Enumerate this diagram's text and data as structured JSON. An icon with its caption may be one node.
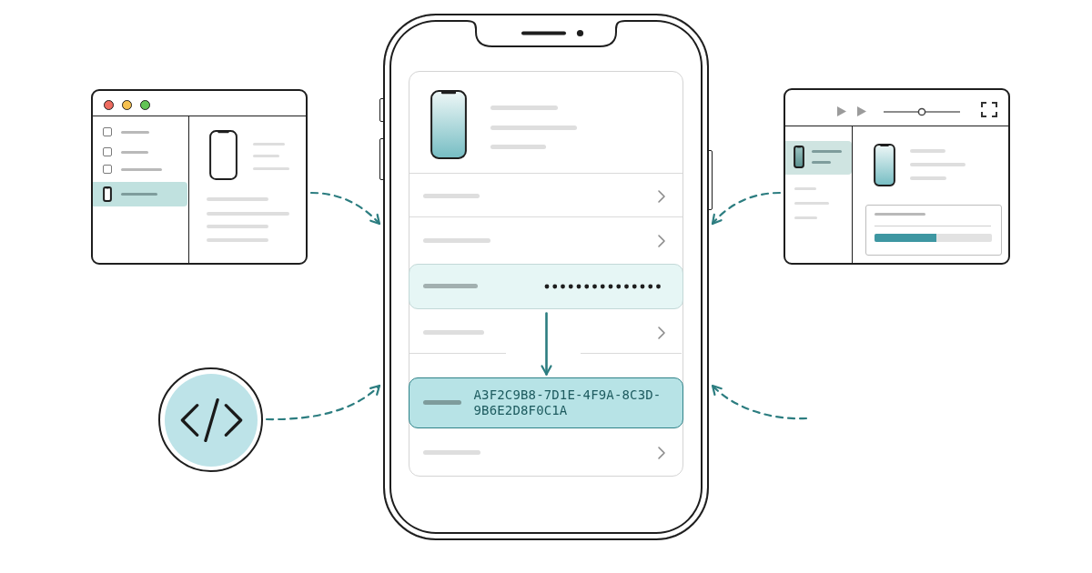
{
  "diagram": {
    "nodes": [
      {
        "text": [],
        "shape": "window"
      },
      {
        "text": [],
        "shape": "circle"
      },
      {
        "text": [],
        "shape": "phone"
      },
      {
        "text": [],
        "shape": "box",
        "in": 2
      },
      {
        "text": [
          "A3F2C9B8-7D1E-4F9A-8C3D-9B6E2D8F0C1A"
        ],
        "in": 2
      },
      {
        "text": [],
        "shape": "window"
      }
    ],
    "edges": [
      {
        "from": 0,
        "to": 2,
        "arrow": "to",
        "style": "dashed"
      },
      {
        "from": 1,
        "to": 2,
        "arrow": "to",
        "style": "dashed"
      },
      {
        "from": 5,
        "to": 2,
        "arrow": "to",
        "style": "dashed"
      },
      {
        "from": null,
        "to": 2,
        "arrow": "to",
        "style": "dashed"
      },
      {
        "from": 3,
        "to": 4,
        "arrow": "to"
      }
    ]
  }
}
